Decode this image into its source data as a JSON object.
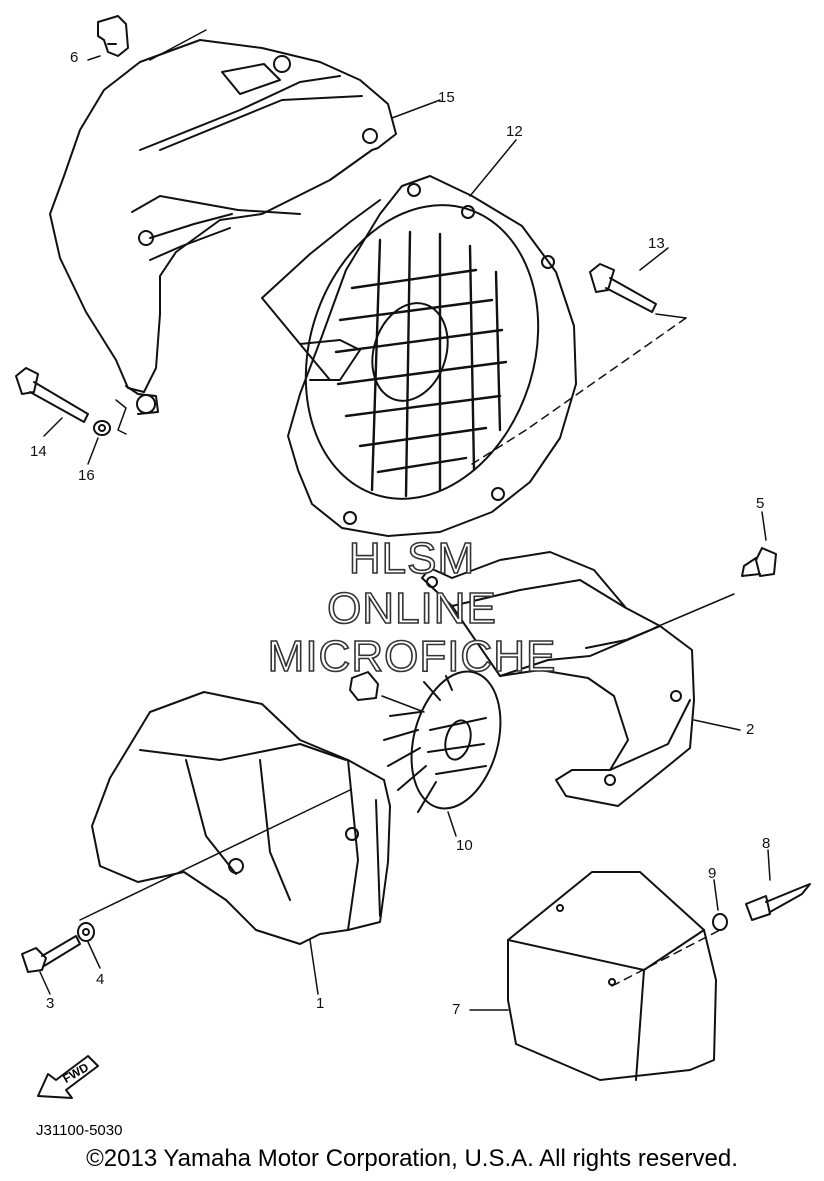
{
  "callouts": [
    {
      "id": "1",
      "text": "1"
    },
    {
      "id": "2",
      "text": "2"
    },
    {
      "id": "3",
      "text": "3"
    },
    {
      "id": "4",
      "text": "4"
    },
    {
      "id": "5",
      "text": "5"
    },
    {
      "id": "6",
      "text": "6"
    },
    {
      "id": "7",
      "text": "7"
    },
    {
      "id": "8",
      "text": "8"
    },
    {
      "id": "9",
      "text": "9"
    },
    {
      "id": "10",
      "text": "10"
    },
    {
      "id": "12",
      "text": "12"
    },
    {
      "id": "13",
      "text": "13"
    },
    {
      "id": "14",
      "text": "14"
    },
    {
      "id": "15",
      "text": "15"
    },
    {
      "id": "16",
      "text": "16"
    }
  ],
  "watermark": [
    "HLSM",
    "ONLINE",
    "MICROFICHE"
  ],
  "fwd_label": "FWD",
  "part_number": "J31100-5030",
  "copyright": "©2013 Yamaha Motor Corporation, U.S.A. All rights reserved.",
  "colors": {
    "line": "#111111",
    "background": "#ffffff"
  }
}
